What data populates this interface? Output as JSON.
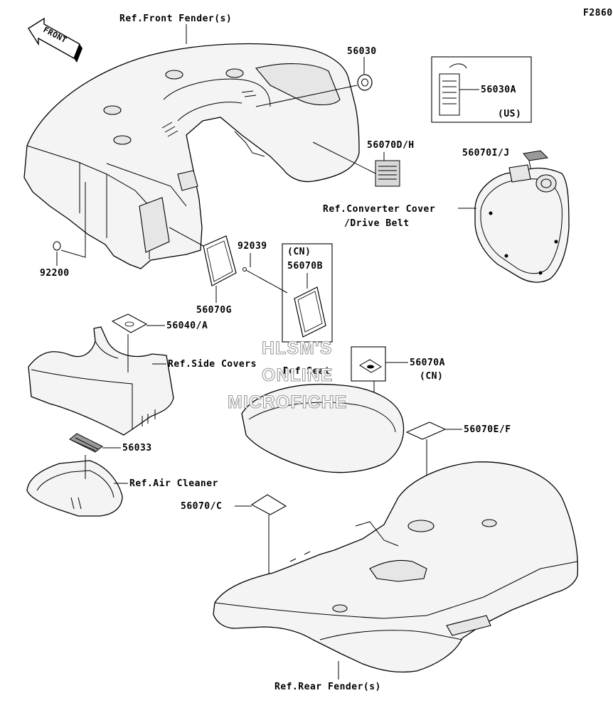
{
  "figure_code": "F2860",
  "direction_arrow": {
    "text": "FRONT"
  },
  "watermark": {
    "lines": [
      "HLSM'S",
      "ONLINE",
      "MICROFICHE"
    ]
  },
  "labels": {
    "front_fender": "Ref.Front Fender(s)",
    "p56030": "56030",
    "p56030a": "56030A",
    "us": "(US)",
    "p56070dh": "56070D/H",
    "p56070ij": "56070I/J",
    "converter_line1": "Ref.Converter Cover",
    "converter_line2": "/Drive Belt",
    "p92039": "92039",
    "cn1": "(CN)",
    "p56070b": "56070B",
    "p92200": "92200",
    "p56070g": "56070G",
    "p56040a": "56040/A",
    "side_covers": "Ref.Side Covers",
    "seat": "Ref.Seat",
    "p56070a": "56070A",
    "cn2": "(CN)",
    "p56070ef": "56070E/F",
    "p56033": "56033",
    "air_cleaner": "Ref.Air Cleaner",
    "p56070c": "56070/C",
    "rear_fender": "Ref.Rear Fender(s)"
  }
}
